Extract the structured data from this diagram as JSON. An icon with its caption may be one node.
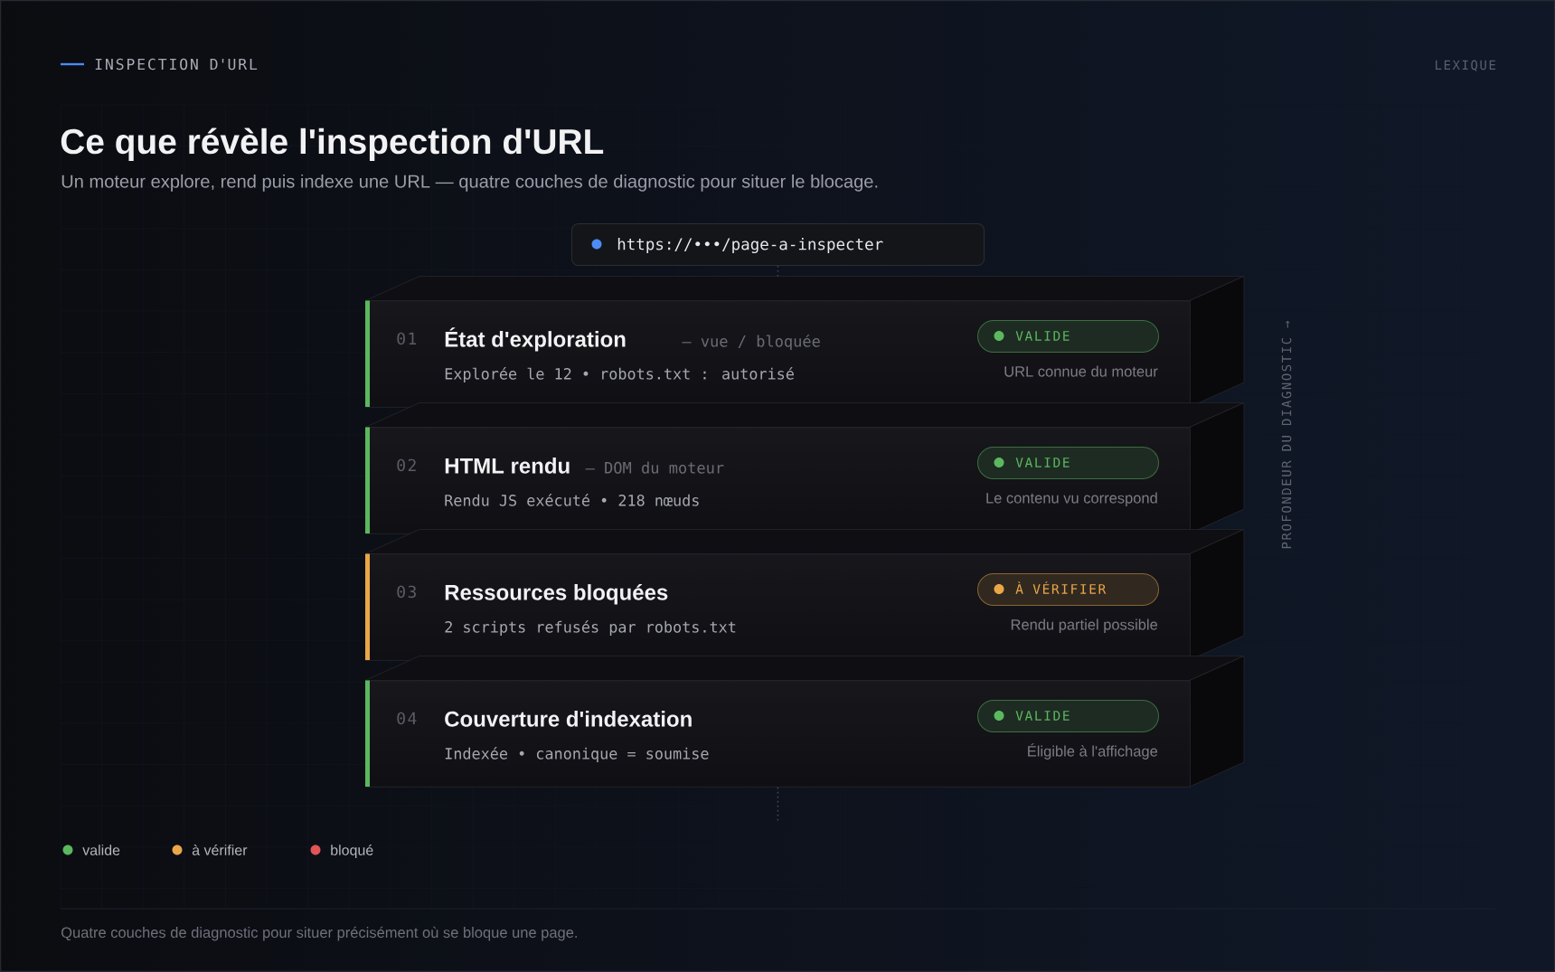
{
  "diagram": {
    "title": "Ce que révèle l'inspection d'URL",
    "caption": "Quatre couches de diagnostic pour situer précisément où se bloque une page.",
    "nodes": [
      {
        "text": [
          "https://•••/page-a-inspecter"
        ]
      },
      {
        "text": [
          "01",
          "État d'exploration",
          "— vue / bloquée",
          "Explorée le 12 • robots.txt : autorisé",
          "URL connue du moteur"
        ]
      },
      {
        "text": [
          "VALIDE"
        ],
        "in": 1
      },
      {
        "text": [
          "02",
          "HTML rendu",
          "— DOM du moteur",
          "Rendu JS exécuté • 218 nœuds",
          "Le contenu vu correspond"
        ]
      },
      {
        "text": [
          "VALIDE"
        ],
        "in": 3
      },
      {
        "text": [
          "03",
          "Ressources bloquées",
          "2 scripts refusés par robots.txt",
          "Rendu partiel possible"
        ]
      },
      {
        "text": [
          "À VÉRIFIER"
        ],
        "in": 5
      },
      {
        "text": [
          "04",
          "Couverture d'indexation",
          "Indexée • canonique = soumise",
          "Éligible à l'affichage"
        ]
      },
      {
        "text": [
          "VALIDE"
        ],
        "in": 7
      }
    ],
    "edges": [
      {
        "from": 0,
        "to": 1,
        "arrow": "none",
        "style": "dashed"
      },
      {
        "from": 7,
        "to": null,
        "arrow": "none",
        "style": "dashed"
      }
    ],
    "labels": [
      "INSPECTION D'URL",
      "LEXIQUE",
      "Un moteur explore, rend puis indexe une URL — quatre couches de diagnostic pour situer le blocage.",
      "PROFONDEUR DU DIAGNOSTIC →"
    ],
    "legend": [
      {
        "text": "valide",
        "color": "#5cb85f"
      },
      {
        "text": "à vérifier",
        "color": "#eaa748"
      },
      {
        "text": "bloqué",
        "color": "#e05656"
      }
    ]
  }
}
